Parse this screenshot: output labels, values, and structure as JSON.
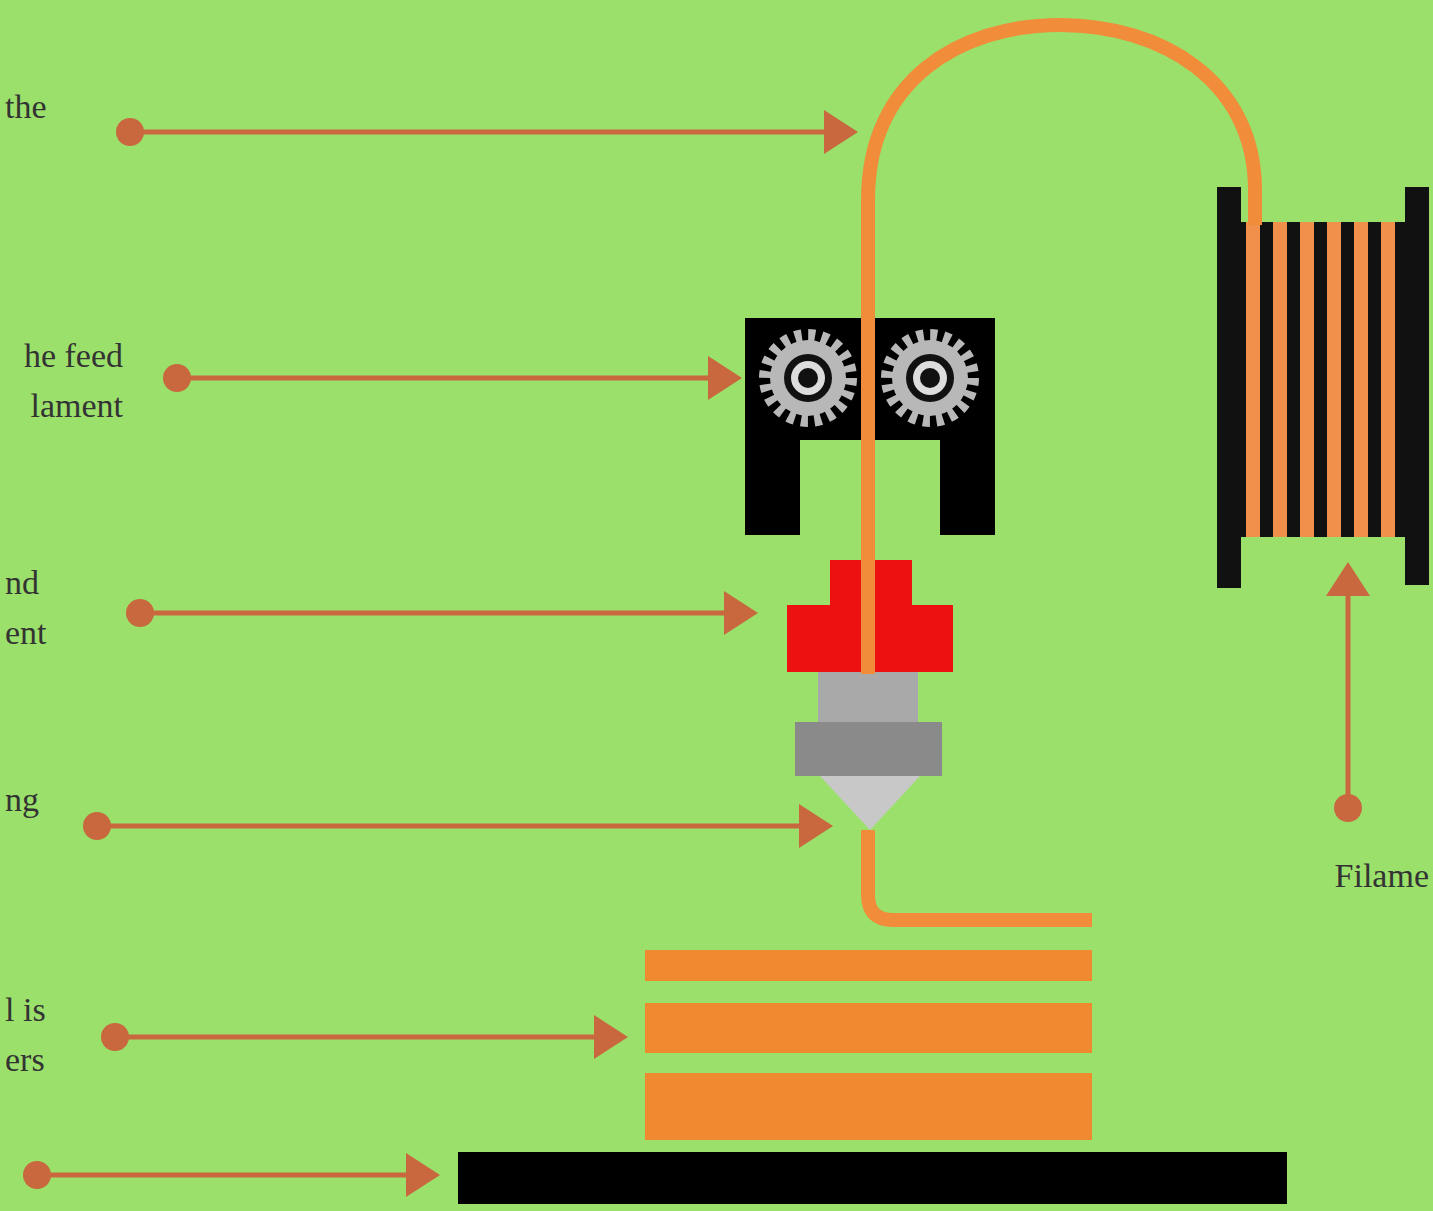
{
  "diagram": {
    "labels": [
      "the",
      "he feed lament",
      "nd ent",
      "ng",
      "l is ers",
      "Filame"
    ]
  }
}
